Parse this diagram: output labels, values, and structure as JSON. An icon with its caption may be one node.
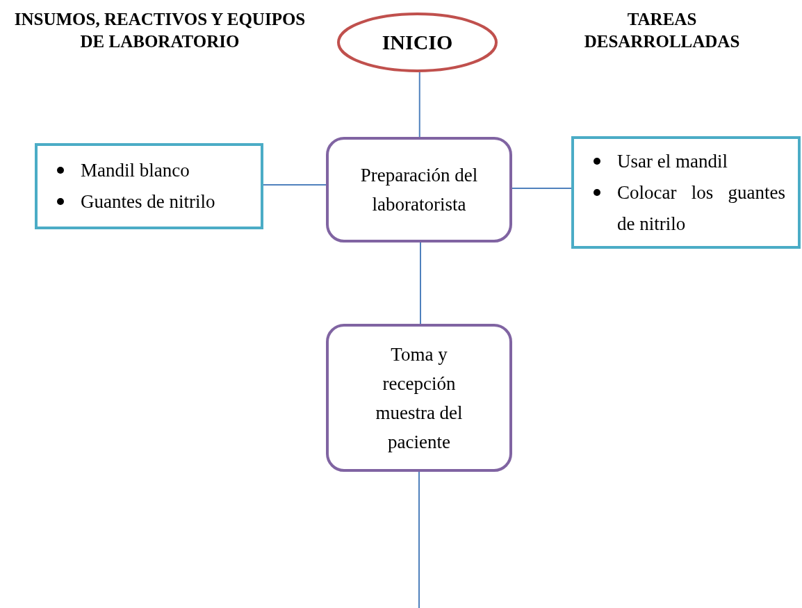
{
  "diagram": {
    "nodes": [
      {
        "text": [
          "INICIO"
        ]
      },
      {
        "text": [
          "Mandil blanco",
          "Guantes de nitrilo"
        ]
      },
      {
        "text": [
          "Preparación del laboratorista"
        ]
      },
      {
        "text": [
          "Usar el mandil",
          "Colocar los guantes de nitrilo"
        ]
      },
      {
        "text": [
          "Toma y recepción muestra del paciente"
        ]
      }
    ],
    "edges": [
      {
        "from": 0,
        "to": 2,
        "arrow": "none"
      },
      {
        "from": 1,
        "to": 2,
        "arrow": "none"
      },
      {
        "from": 2,
        "to": 3,
        "arrow": "none"
      },
      {
        "from": 2,
        "to": 4,
        "arrow": "none"
      },
      {
        "from": 4,
        "to": null,
        "arrow": "none"
      }
    ],
    "labels": [
      "INSUMOS, REACTIVOS Y EQUIPOS DE LABORATORIO",
      "TAREAS DESARROLLADAS"
    ]
  }
}
